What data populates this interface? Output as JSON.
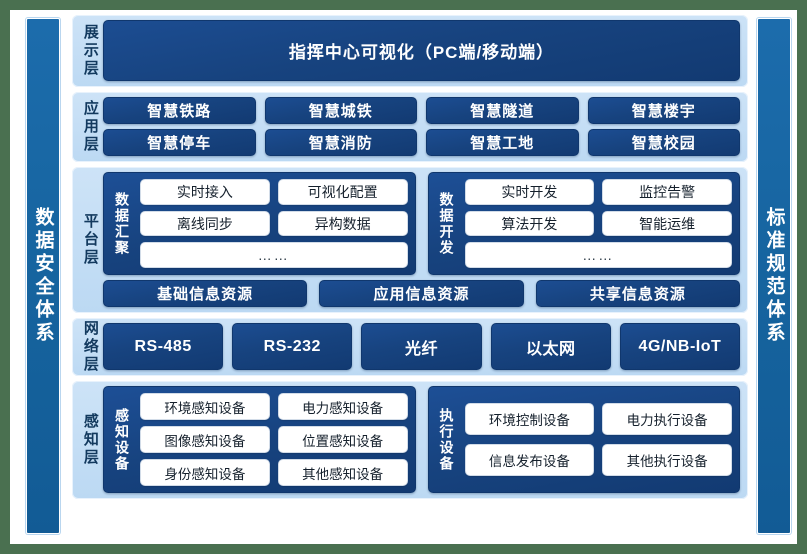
{
  "theme": {
    "page_background": "#4a7050",
    "canvas_background": "#ffffff",
    "pillar_blue": "#16649f",
    "band_blue": "#cde3f7",
    "box_blue": "#17437f",
    "box_text": "#ffffff",
    "white_pill": "#ffffff"
  },
  "pillars": {
    "left": {
      "label": "数据安全体系"
    },
    "right": {
      "label": "标准规范体系"
    }
  },
  "layers": [
    {
      "key": "display",
      "label": "展示层",
      "banner": "指挥中心可视化（PC端/移动端）"
    },
    {
      "key": "application",
      "label": "应用层",
      "rows": [
        [
          "智慧铁路",
          "智慧城铁",
          "智慧隧道",
          "智慧楼宇"
        ],
        [
          "智慧停车",
          "智慧消防",
          "智慧工地",
          "智慧校园"
        ]
      ]
    },
    {
      "key": "platform",
      "label": "平台层",
      "groups": [
        {
          "title": "数据汇聚",
          "rows": [
            [
              "实时接入",
              "可视化配置"
            ],
            [
              "离线同步",
              "异构数据"
            ],
            [
              "……"
            ]
          ]
        },
        {
          "title": "数据开发",
          "rows": [
            [
              "实时开发",
              "监控告警"
            ],
            [
              "算法开发",
              "智能运维"
            ],
            [
              "……"
            ]
          ]
        }
      ],
      "resources": [
        "基础信息资源",
        "应用信息资源",
        "共享信息资源"
      ]
    },
    {
      "key": "network",
      "label": "网络层",
      "items": [
        "RS-485",
        "RS-232",
        "光纤",
        "以太网",
        "4G/NB-IoT"
      ]
    },
    {
      "key": "sense",
      "label": "感知层",
      "groups": [
        {
          "title": "感知设备",
          "rows": [
            [
              "环境感知设备",
              "电力感知设备"
            ],
            [
              "图像感知设备",
              "位置感知设备"
            ],
            [
              "身份感知设备",
              "其他感知设备"
            ]
          ]
        },
        {
          "title": "执行设备",
          "rows": [
            [
              "环境控制设备",
              "电力执行设备"
            ],
            [
              "信息发布设备",
              "其他执行设备"
            ]
          ]
        }
      ]
    }
  ]
}
